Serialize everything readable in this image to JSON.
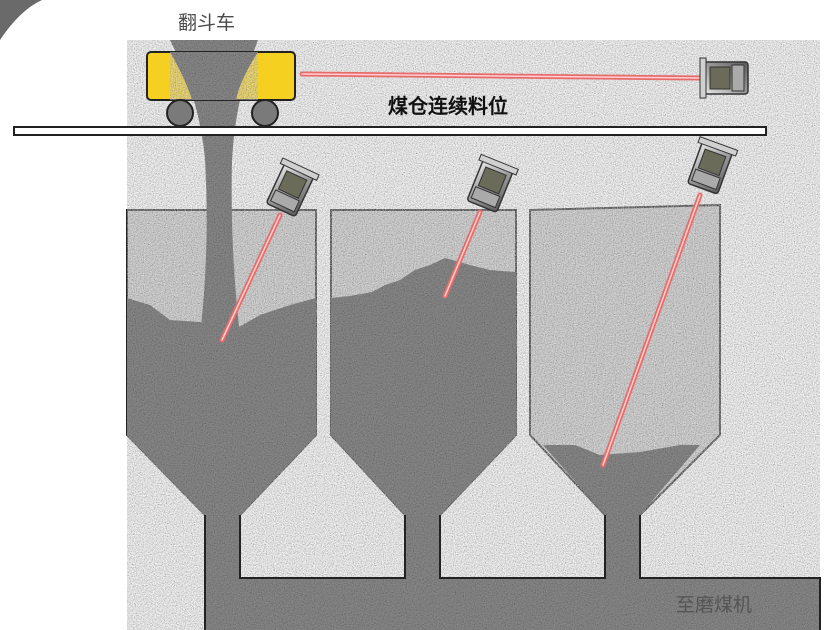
{
  "labels": {
    "dump_truck": "翻斗车",
    "title": "煤仓连续料位",
    "destination": "至磨煤机"
  },
  "colors": {
    "coal": "#8f8f8f",
    "silo_air": "#c8c8c8",
    "cart_body": "#f5d020",
    "laser": "#f07070",
    "outline": "#222222"
  },
  "silos": [
    {
      "name": "silo-1",
      "fill_level": 0.78
    },
    {
      "name": "silo-2",
      "fill_level": 0.82
    },
    {
      "name": "silo-3",
      "fill_level": 0.12
    }
  ]
}
